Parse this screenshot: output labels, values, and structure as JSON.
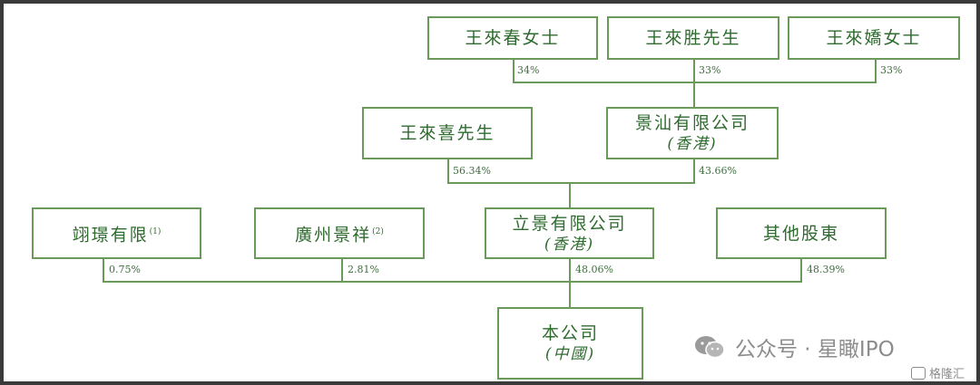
{
  "top": [
    {
      "name": "王來春女士",
      "pct": "34%"
    },
    {
      "name": "王來胜先生",
      "pct": "33%"
    },
    {
      "name": "王來嬌女士",
      "pct": "33%"
    }
  ],
  "middle": [
    {
      "name": "王來喜先生",
      "pct": "56.34%"
    },
    {
      "name": "景汕有限公司",
      "sub": "(香港)",
      "pct": "43.66%"
    }
  ],
  "third": [
    {
      "name": "翊璟有限",
      "note": "(1)",
      "pct": "0.75%"
    },
    {
      "name": "廣州景祥",
      "note": "(2)",
      "pct": "2.81%"
    },
    {
      "name": "立景有限公司",
      "sub": "(香港)",
      "pct": "48.06%"
    },
    {
      "name": "其他股東",
      "pct": "48.39%"
    }
  ],
  "bottom": {
    "name": "本公司",
    "sub": "(中國)"
  },
  "watermark": {
    "text": "公众号 · 星瞰IPO",
    "icon": "wechat-icon",
    "secondary": "格隆汇"
  },
  "colors": {
    "line": "#6a9a5a",
    "text": "#2f6b2f"
  }
}
